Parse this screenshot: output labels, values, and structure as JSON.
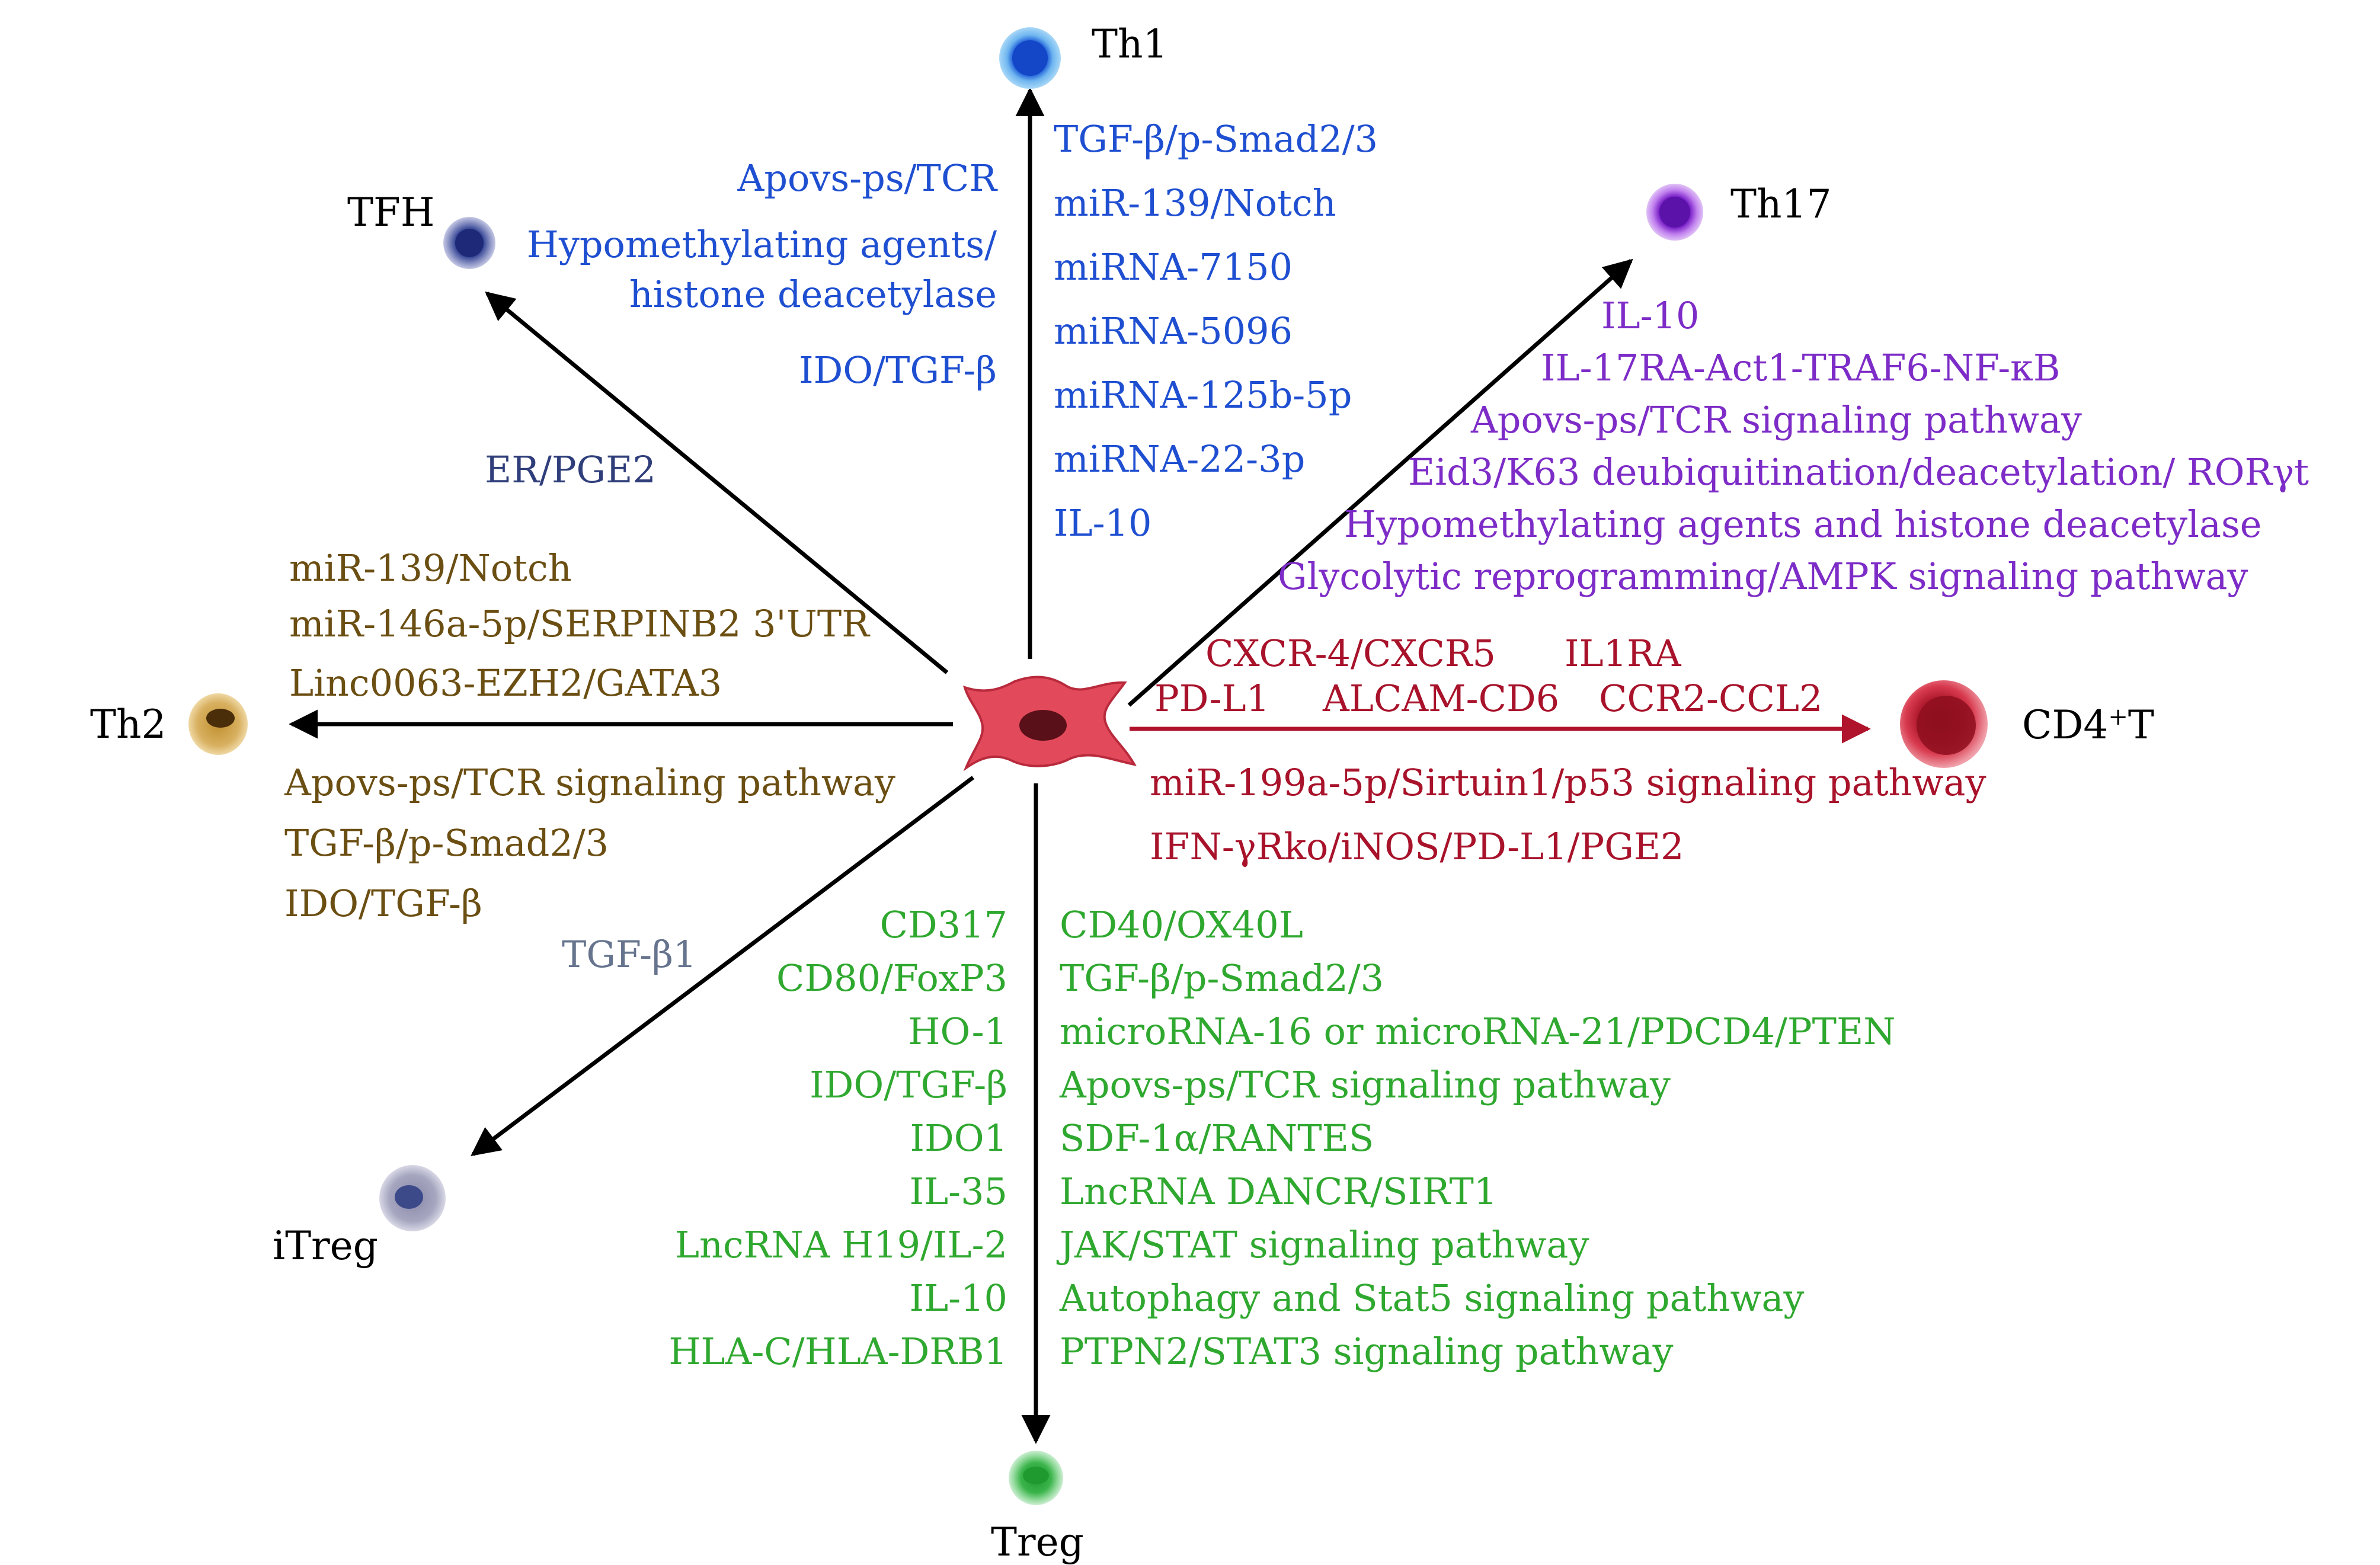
{
  "colors": {
    "th1": "#1f4fd1",
    "th17": "#7d2cc7",
    "cd4t": "#a8122a",
    "treg": "#2fa82f",
    "th2": "#6b4e12",
    "tfh": "#2f3e7a",
    "itreg": "#66748e",
    "arrow": "#000000",
    "arrow_cd4t": "#b0142c",
    "msc_cell": "#e24a5c"
  },
  "center_cell": {
    "icon": "msc-cell-icon"
  },
  "targets": {
    "th1": {
      "name": "Th1",
      "icon": "th1-cell-icon",
      "left_labels": [
        "Apovs-ps/TCR",
        "Hypomethylating agents/",
        "histone deacetylase",
        "IDO/TGF-β"
      ],
      "right_labels": [
        "TGF-β/p-Smad2/3",
        "miR-139/Notch",
        "miRNA-7150",
        "miRNA-5096",
        "miRNA-125b-5p",
        "miRNA-22-3p",
        "IL-10"
      ]
    },
    "tfh": {
      "name": "TFH",
      "icon": "tfh-cell-icon",
      "labels": [
        "ER/PGE2"
      ]
    },
    "th17": {
      "name": "Th17",
      "icon": "th17-cell-icon",
      "labels": [
        "IL-10",
        "IL-17RA-Act1-TRAF6-NF-κB",
        "Apovs-ps/TCR signaling pathway",
        "Eid3/K63 deubiquitination/deacetylation/ RORγt",
        "Hypomethylating agents and histone deacetylase",
        "Glycolytic reprogramming/AMPK signaling pathway"
      ]
    },
    "cd4t": {
      "name_main": "CD4",
      "name_sup": "+",
      "name_tail": "T",
      "icon": "cd4t-cell-icon",
      "above_labels": [
        "CXCR-4/CXCR5",
        "IL1RA",
        "PD-L1",
        "ALCAM-CD6",
        "CCR2-CCL2"
      ],
      "below_labels": [
        "miR-199a-5p/Sirtuin1/p53 signaling pathway",
        "IFN-γRko/iNOS/PD-L1/PGE2"
      ]
    },
    "th2": {
      "name": "Th2",
      "icon": "th2-cell-icon",
      "above_labels": [
        "miR-139/Notch",
        "miR-146a-5p/SERPINB2 3'UTR",
        "Linc0063-EZH2/GATA3"
      ],
      "below_labels": [
        "Apovs-ps/TCR signaling pathway",
        "TGF-β/p-Smad2/3",
        "IDO/TGF-β"
      ]
    },
    "itreg": {
      "name": "iTreg",
      "icon": "itreg-cell-icon",
      "labels": [
        "TGF-β1"
      ]
    },
    "treg": {
      "name": "Treg",
      "icon": "treg-cell-icon",
      "left_labels": [
        "CD317",
        "CD80/FoxP3",
        "HO-1",
        "IDO/TGF-β",
        "IDO1",
        "IL-35",
        "LncRNA H19/IL-2",
        "IL-10",
        "HLA-C/HLA-DRB1"
      ],
      "right_labels": [
        "CD40/OX40L",
        "TGF-β/p-Smad2/3",
        "microRNA-16 or microRNA-21/PDCD4/PTEN",
        "Apovs-ps/TCR signaling pathway",
        "SDF-1α/RANTES",
        "LncRNA DANCR/SIRT1",
        "JAK/STAT signaling pathway",
        "Autophagy and Stat5 signaling pathway",
        "PTPN2/STAT3 signaling pathway"
      ]
    }
  }
}
